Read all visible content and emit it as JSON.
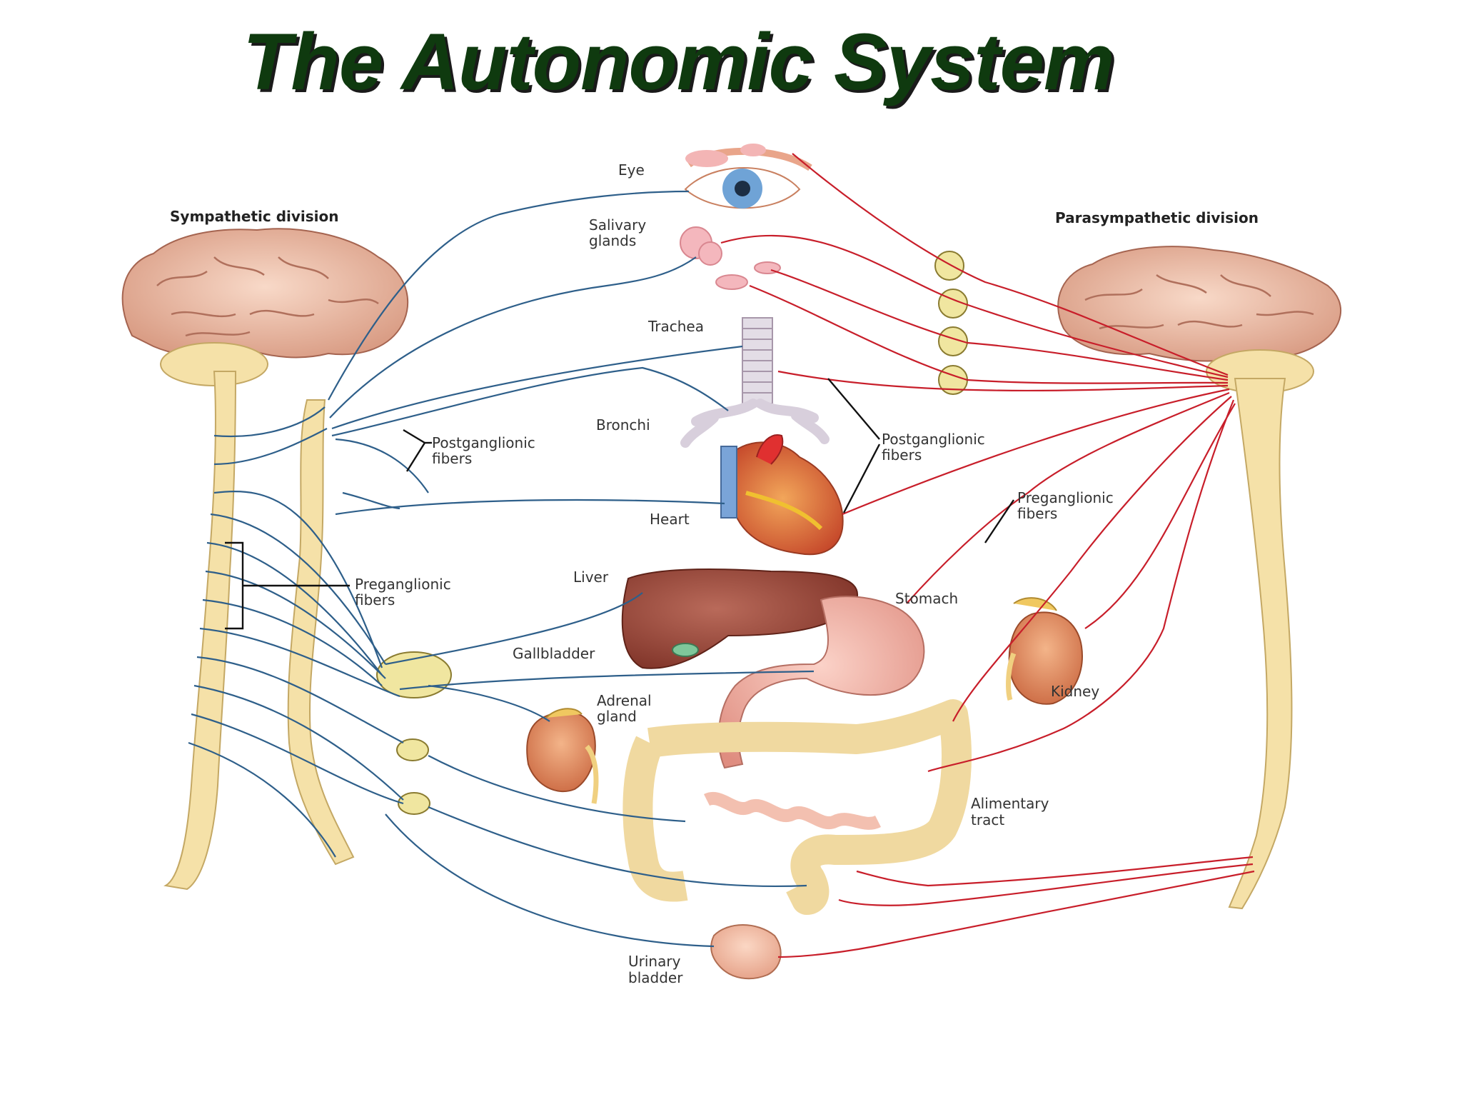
{
  "title": "The Autonomic System",
  "divisions": {
    "sympathetic": "Sympathetic division",
    "parasympathetic": "Parasympathetic division"
  },
  "organs": {
    "eye": "Eye",
    "salivary_1": "Salivary",
    "salivary_2": "glands",
    "trachea": "Trachea",
    "bronchi": "Bronchi",
    "heart": "Heart",
    "liver": "Liver",
    "gallbladder": "Gallbladder",
    "stomach": "Stomach",
    "adrenal_1": "Adrenal",
    "adrenal_2": "gland",
    "kidney": "Kidney",
    "alimentary_1": "Alimentary",
    "alimentary_2": "tract",
    "bladder_1": "Urinary",
    "bladder_2": "bladder"
  },
  "fiber_labels": {
    "symp_post_1": "Postganglionic",
    "symp_post_2": "fibers",
    "symp_pre_1": "Preganglionic",
    "symp_pre_2": "fibers",
    "para_post_1": "Postganglionic",
    "para_post_2": "fibers",
    "para_pre_1": "Preganglionic",
    "para_pre_2": "fibers"
  },
  "colors": {
    "sympathetic_nerve": "#2e5f8a",
    "parasympathetic_nerve": "#c81e2a",
    "brain": "#f0c4ae",
    "spinal_cord": "#f5e1a8",
    "ganglion": "#f0e6a0",
    "title": "#0f3a0f"
  }
}
